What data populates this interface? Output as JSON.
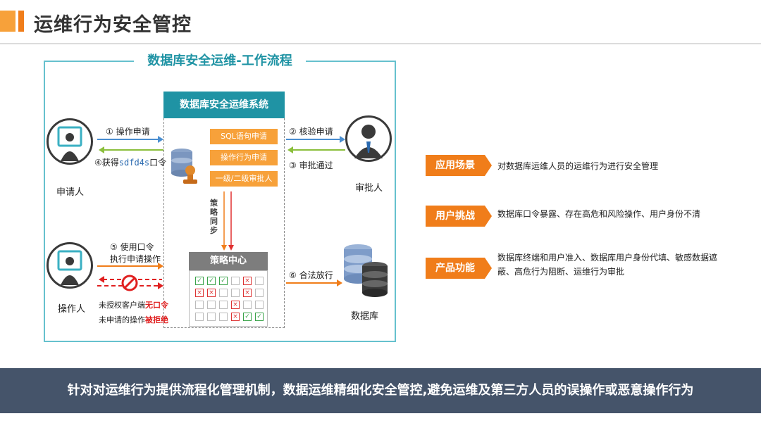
{
  "header": {
    "title": "运维行为安全管控"
  },
  "diagram": {
    "title": "数据库安全运维-工作流程",
    "system_title": "数据库安全运维系统",
    "system_items": [
      "SQL语句申请",
      "操作行为申请",
      "一级/二级审批人"
    ],
    "sync_label": "策略同步",
    "policy_center": "策略中心",
    "policy_grid": [
      [
        "ok",
        "ok",
        "ok",
        "",
        "no",
        ""
      ],
      [
        "no",
        "no",
        "",
        "",
        "no",
        ""
      ],
      [
        "",
        "",
        "",
        "no",
        "",
        ""
      ],
      [
        "",
        "",
        "",
        "no",
        "ok",
        "ok"
      ]
    ],
    "actors": {
      "applicant": "申请人",
      "approver": "审批人",
      "operator": "操作人",
      "database": "数据库"
    },
    "steps": {
      "s1": "① 操作申请",
      "s2": "② 核验申请",
      "s3": "③ 审批通过",
      "s4_prefix": "④获得",
      "s4_code": "sdfd4s",
      "s4_suffix": "口令",
      "s5_line1": "⑤ 使用口令",
      "s5_line2": "执行申请操作",
      "s6": "⑥ 合法放行"
    },
    "denials": {
      "line1_prefix": "未授权客户端",
      "line1_emph": "无口令",
      "line2_prefix": "未申请的操作",
      "line2_emph": "被拒绝"
    }
  },
  "features": [
    {
      "tag": "应用场景",
      "desc": "对数据库运维人员的运维行为进行安全管理"
    },
    {
      "tag": "用户挑战",
      "desc": "数据库口令暴露、存在高危和风险操作、用户身份不清"
    },
    {
      "tag": "产品功能",
      "desc": "数据库终端和用户准入、数据库用户身份代填、敏感数据遮蔽、高危行为阻断、运维行为审批"
    }
  ],
  "footer": {
    "summary": "针对对运维行为提供流程化管理机制，数据运维精细化安全管控,避免运维及第三方人员的误操作或恶意操作行为"
  },
  "colors": {
    "accent": "#f07d1a",
    "teal": "#1f93a4",
    "footer_bg": "#45546a"
  }
}
